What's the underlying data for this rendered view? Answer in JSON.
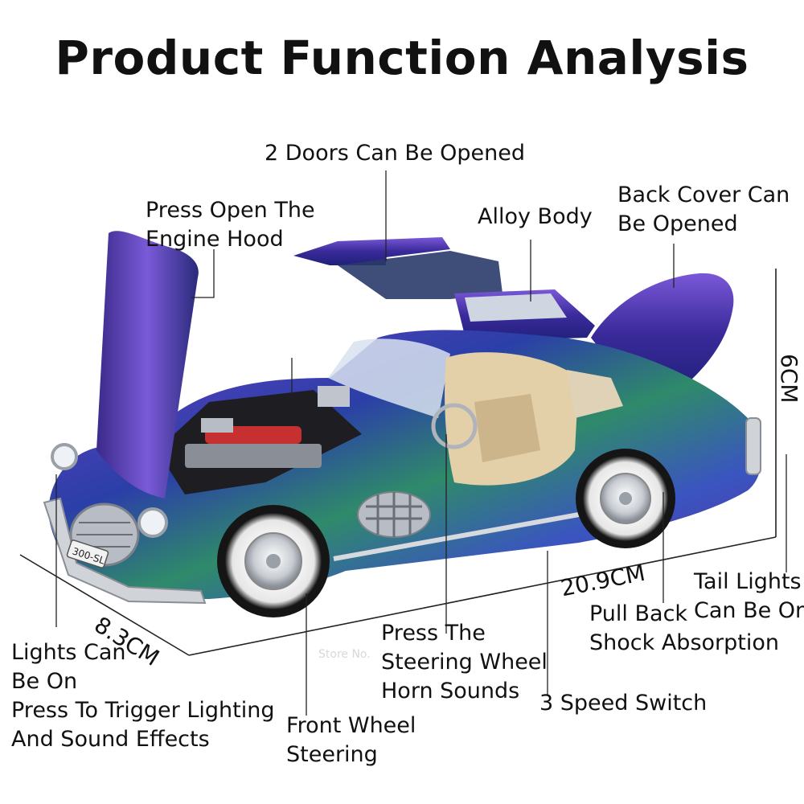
{
  "title": "Product Function Analysis",
  "labels": {
    "doors": "2 Doors Can Be Opened",
    "hood": [
      "Press Open The",
      "Engine Hood"
    ],
    "alloy": "Alloy Body",
    "back_cover": [
      "Back Cover Can",
      "Be Opened"
    ],
    "tail_lights": [
      "Tail Lights",
      "Can Be On"
    ],
    "pull_back": [
      "Pull Back",
      "Shock Absorption"
    ],
    "speed": "3 Speed Switch",
    "horn": [
      "Press The",
      "Steering Wheel",
      "Horn Sounds"
    ],
    "front_wheel": [
      "Front Wheel",
      "Steering"
    ],
    "lights": [
      "Lights Can",
      "Be On",
      "Press To Trigger Lighting",
      "And Sound Effects"
    ]
  },
  "dimensions": {
    "length": "20.9CM",
    "width": "8.3CM",
    "height": "6CM"
  },
  "plate": "300-SL",
  "watermark": "Store No.",
  "colors": {
    "body_purple": "#4a2a9e",
    "body_blue": "#2a4fb8",
    "body_green": "#2f8a6a",
    "interior": "#e3cfa8",
    "chrome": "#c9ccd2",
    "line": "#222222"
  }
}
